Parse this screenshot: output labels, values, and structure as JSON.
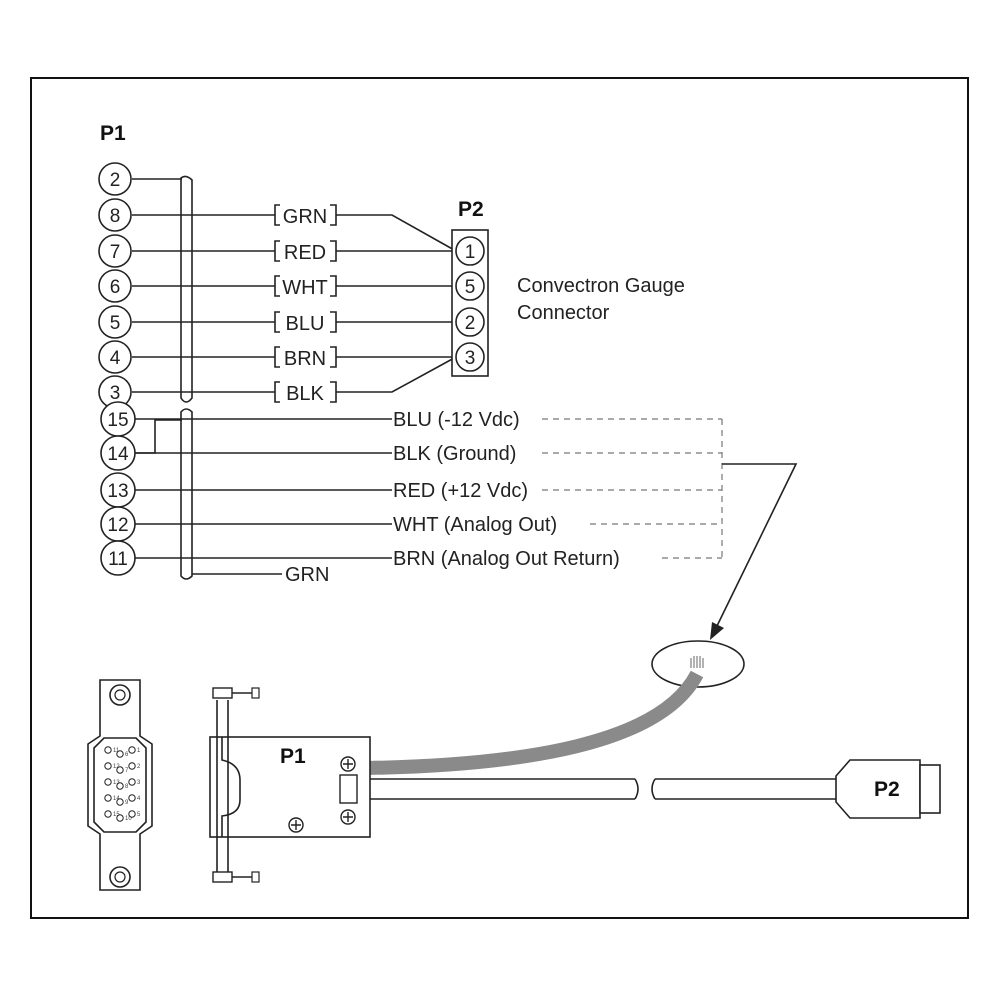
{
  "labels": {
    "p1_title": "P1",
    "p2_title": "P2",
    "gauge_line1": "Convectron Gauge",
    "gauge_line2": "Connector",
    "drain_wire": "GRN",
    "p1_body": "P1",
    "p2_body": "P2"
  },
  "gauge_wires": [
    {
      "p1_pin": "2",
      "color": ""
    },
    {
      "p1_pin": "8",
      "color": "GRN"
    },
    {
      "p1_pin": "7",
      "color": "RED"
    },
    {
      "p1_pin": "6",
      "color": "WHT"
    },
    {
      "p1_pin": "5",
      "color": "BLU"
    },
    {
      "p1_pin": "4",
      "color": "BRN"
    },
    {
      "p1_pin": "3",
      "color": "BLK"
    }
  ],
  "p2_pins": [
    "1",
    "5",
    "2",
    "3"
  ],
  "analog_wires": [
    {
      "p1_pin": "15",
      "label": "BLU (-12 Vdc)"
    },
    {
      "p1_pin": "14",
      "label": "BLK (Ground)"
    },
    {
      "p1_pin": "13",
      "label": "RED (+12 Vdc)"
    },
    {
      "p1_pin": "12",
      "label": "WHT (Analog Out)"
    },
    {
      "p1_pin": "11",
      "label": "BRN (Analog Out Return)"
    }
  ],
  "dsub_pin_numbers": [
    "1",
    "2",
    "3",
    "4",
    "5",
    "6",
    "7",
    "8",
    "9",
    "10",
    "11",
    "12",
    "13",
    "14",
    "15"
  ]
}
